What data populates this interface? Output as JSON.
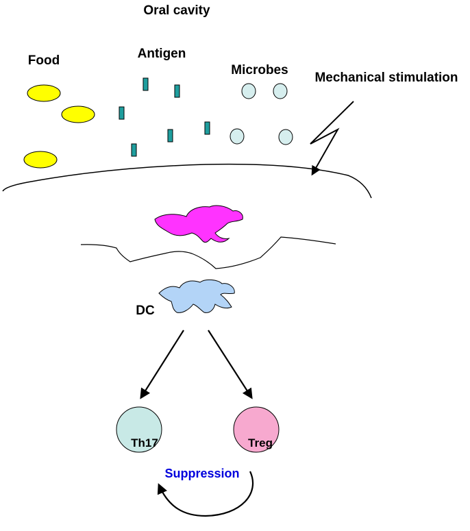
{
  "labels": {
    "oral_cavity": "Oral cavity",
    "food": "Food",
    "antigen": "Antigen",
    "microbes": "Microbes",
    "mechanical_stimulation": "Mechanical stimulation",
    "dc": "DC",
    "th17": "Th17",
    "treg": "Treg",
    "suppression": "Suppression"
  },
  "colors": {
    "food": "#ffff00",
    "antigen": "#1f9e9e",
    "microbe": "#d6eeee",
    "epithelial_dc": "#ff33ff",
    "dc": "#b3d4f7",
    "th17": "#c8e9e6",
    "treg": "#f7a9cf",
    "suppression_text": "#0000dd"
  }
}
